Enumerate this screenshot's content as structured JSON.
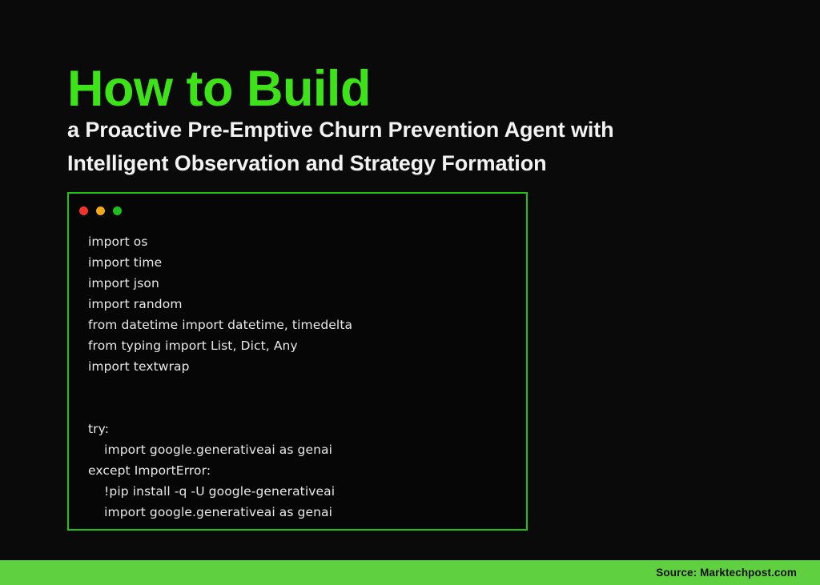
{
  "slide": {
    "title": "How to Build",
    "subtitle_lines": [
      "a Proactive Pre-Emptive Churn Prevention Agent with",
      "Intelligent Observation and Strategy Formation"
    ],
    "colors": {
      "background": "#0a0a0a",
      "title_green": "#3ee219",
      "panel_border": "#22c117",
      "footer_green": "#5fd141",
      "code_text": "#e9e9e9",
      "subtitle_text": "#f2f2f2"
    }
  },
  "code_window": {
    "dots": [
      {
        "name": "close-dot",
        "color": "#f4342b"
      },
      {
        "name": "minimize-dot",
        "color": "#f0a81b"
      },
      {
        "name": "maximize-dot",
        "color": "#1ebf1e"
      }
    ],
    "language": "python",
    "lines": [
      "import os",
      "import time",
      "import json",
      "import random",
      "from datetime import datetime, timedelta",
      "from typing import List, Dict, Any",
      "import textwrap",
      "",
      "",
      "try:",
      "    import google.generativeai as genai",
      "except ImportError:",
      "    !pip install -q -U google-generativeai",
      "    import google.generativeai as genai"
    ]
  },
  "footer": {
    "source_text": "Source: Marktechpost.com"
  }
}
